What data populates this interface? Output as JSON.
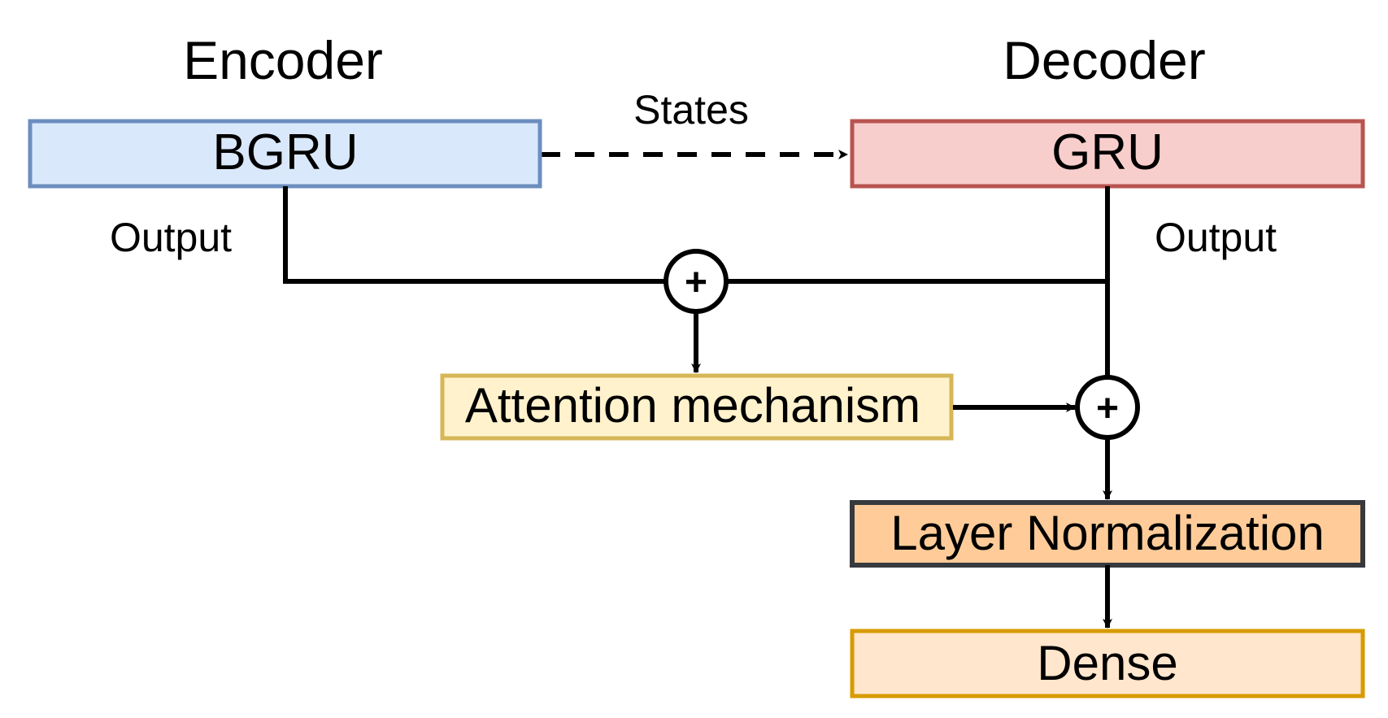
{
  "headings": {
    "encoder": "Encoder",
    "decoder": "Decoder"
  },
  "edges": {
    "states": "States",
    "encoder_output": "Output",
    "decoder_output": "Output"
  },
  "nodes": {
    "bgru": {
      "label": "BGRU",
      "fill": "#dae8fc",
      "stroke": "#6c8ebf"
    },
    "gru": {
      "label": "GRU",
      "fill": "#f8cecc",
      "stroke": "#b85450"
    },
    "attention": {
      "label": "Attention mechanism",
      "fill": "#fff2cc",
      "stroke": "#d6b656"
    },
    "layer_norm": {
      "label": "Layer Normalization",
      "fill": "#ffcc99",
      "stroke": "#36393d"
    },
    "dense": {
      "label": "Dense",
      "fill": "#ffe6cc",
      "stroke": "#d79b00"
    }
  },
  "operators": {
    "add_top": "+",
    "add_bottom": "+"
  }
}
